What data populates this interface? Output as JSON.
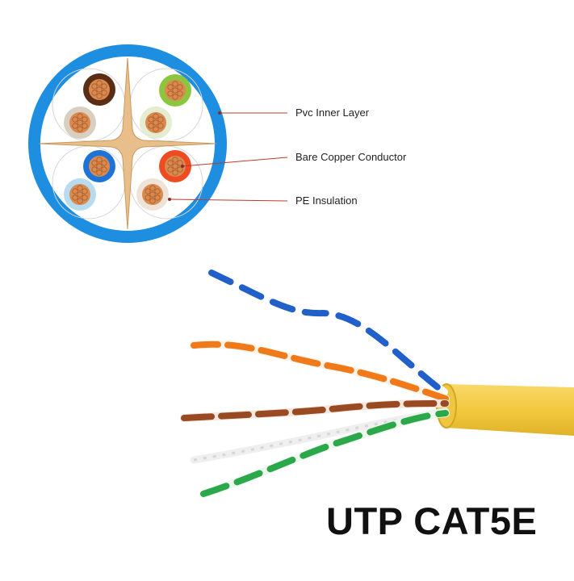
{
  "labels": {
    "pvc_inner_layer": "Pvc Inner Layer",
    "bare_copper_conductor": "Bare Copper Conductor",
    "pe_insulation": "PE Insulation"
  },
  "title": "UTP CAT5E",
  "colors": {
    "outer_jacket": "#1e8fe0",
    "cross_separator": "#e8bf8a",
    "copper": "#d98a4e",
    "cable_jacket": "#f4c842",
    "pair_blue": "#2060c8",
    "pair_orange": "#f07a1a",
    "pair_brown": "#9a4a22",
    "pair_green": "#2aa84a",
    "leader_line": "#c0392b"
  },
  "pairs": [
    {
      "color_name": "brown",
      "color": "#5a2d14"
    },
    {
      "color_name": "white-brown",
      "color": "#d8cfc0"
    },
    {
      "color_name": "green",
      "color": "#8cc63f"
    },
    {
      "color_name": "white-green",
      "color": "#e4ecd2"
    },
    {
      "color_name": "blue",
      "color": "#1e73d8"
    },
    {
      "color_name": "white-blue",
      "color": "#b8dcef"
    },
    {
      "color_name": "orange",
      "color": "#ee4b22"
    },
    {
      "color_name": "white-orange",
      "color": "#efe2d8"
    }
  ]
}
